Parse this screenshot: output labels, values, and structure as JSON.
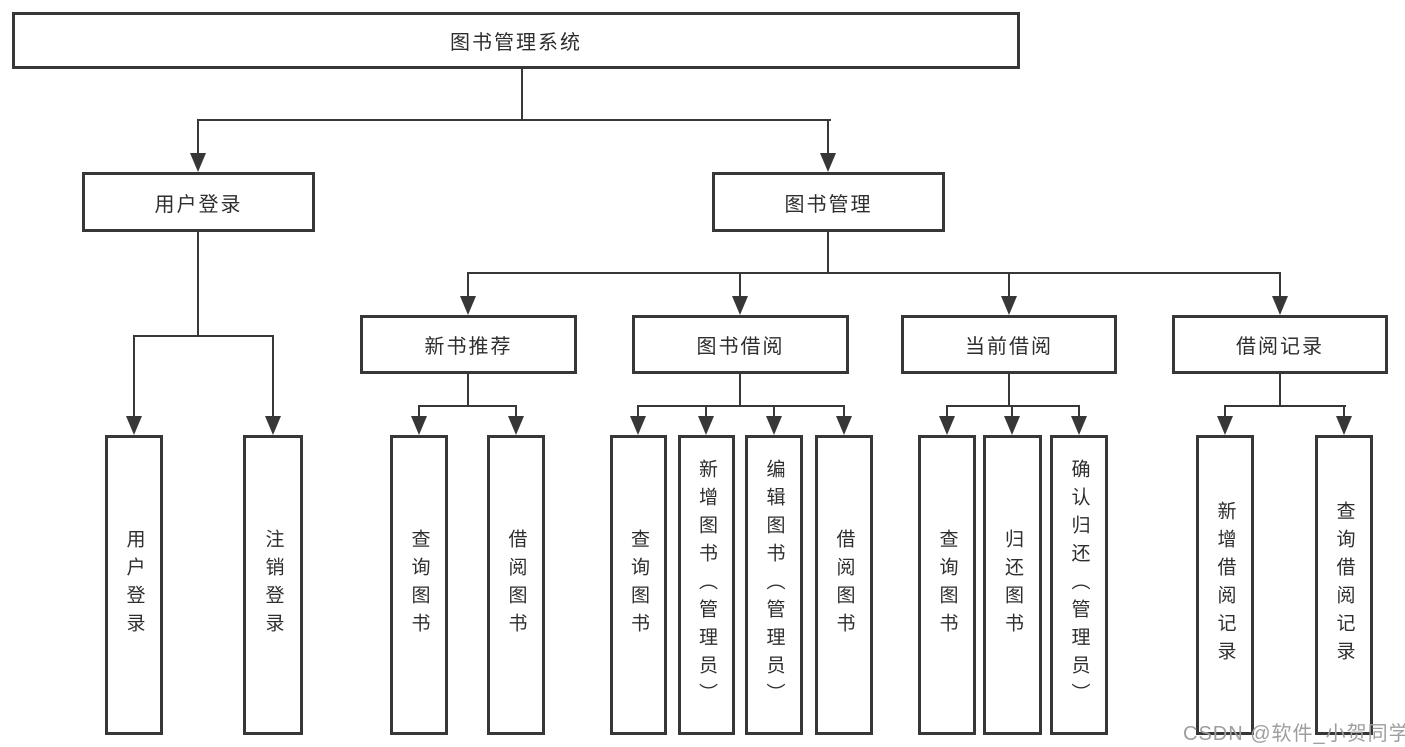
{
  "tree": {
    "root": "图书管理系统",
    "user_login": {
      "label": "用户登录",
      "children": [
        "用户登录",
        "注销登录"
      ]
    },
    "book_mgmt": {
      "label": "图书管理",
      "children": [
        {
          "label": "新书推荐",
          "children": [
            "查询图书",
            "借阅图书"
          ]
        },
        {
          "label": "图书借阅",
          "children": [
            "查询图书",
            "新增图书（管理员）",
            "编辑图书（管理员）",
            "借阅图书"
          ]
        },
        {
          "label": "当前借阅",
          "children": [
            "查询图书",
            "归还图书",
            "确认归还（管理员）"
          ]
        },
        {
          "label": "借阅记录",
          "children": [
            "新增借阅记录",
            "查询借阅记录"
          ]
        }
      ]
    }
  },
  "watermark": "CSDN @软件_小贺同学",
  "colors": {
    "line": "#373737",
    "text": "#2e2e2e",
    "watermark": "#9e9e9e",
    "background": "#ffffff"
  }
}
